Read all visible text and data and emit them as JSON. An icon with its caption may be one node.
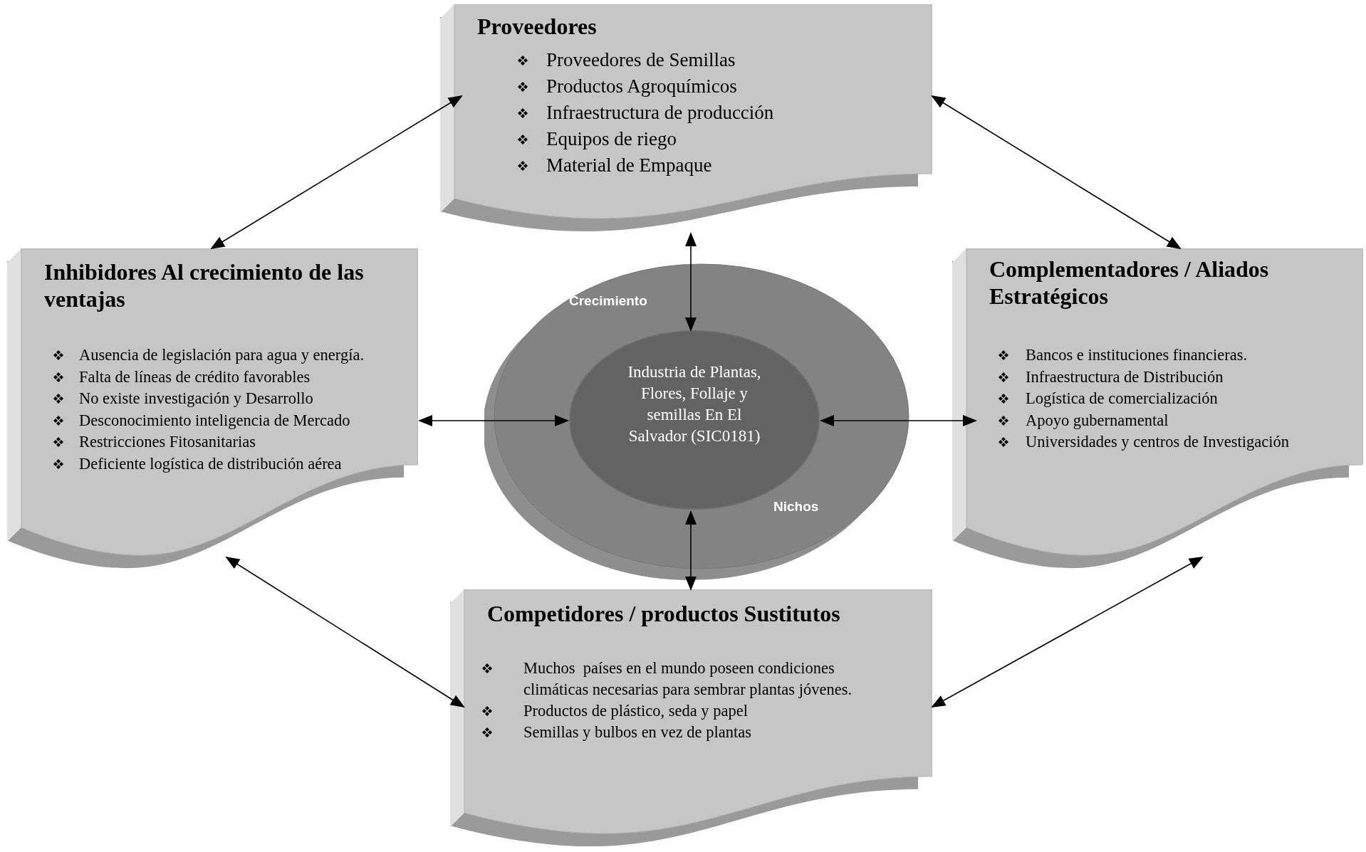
{
  "diagram": {
    "nodes": [
      {
        "text": [
          "Proveedores",
          "Proveedores de Semillas",
          "Productos Agroquímicos",
          "Infraestructura de producción",
          "Equipos de riego",
          "Material de Empaque"
        ]
      },
      {
        "text": [
          "Inhibidores Al crecimiento de las ventajas",
          "Ausencia de legislación para agua y energía.",
          "Falta de líneas de crédito favorables",
          "No existe investigación y Desarrollo",
          "Desconocimiento inteligencia de Mercado",
          "Restricciones Fitosanitarias",
          "Deficiente logística de distribución aérea"
        ]
      },
      {
        "text": [
          "Crecimiento",
          "Nichos"
        ]
      },
      {
        "text": [
          "Industria de Plantas, Flores, Follaje y semillas En El Salvador (SIC0181)"
        ],
        "in": 2
      },
      {
        "text": [
          "Complementadores / Aliados Estratégicos",
          "Bancos e instituciones financieras.",
          "Infraestructura de Distribución",
          "Logística de comercialización",
          "Apoyo gubernamental",
          "Universidades y centros de Investigación"
        ]
      },
      {
        "text": [
          "Competidores / productos Sustitutos",
          "Muchos  países en el mundo poseen condiciones climáticas necesarias para sembrar plantas jóvenes.",
          "Productos de plástico, seda y papel",
          "Semillas y bulbos en vez de plantas"
        ]
      }
    ],
    "edges": [
      {
        "from": 1,
        "to": 0,
        "arrow": "both"
      },
      {
        "from": 0,
        "to": 4,
        "arrow": "both"
      },
      {
        "from": 0,
        "to": 3,
        "arrow": "both"
      },
      {
        "from": 1,
        "to": 3,
        "arrow": "both"
      },
      {
        "from": 4,
        "to": 3,
        "arrow": "both"
      },
      {
        "from": 5,
        "to": 3,
        "arrow": "both"
      },
      {
        "from": 1,
        "to": 5,
        "arrow": "both"
      },
      {
        "from": 4,
        "to": 5,
        "arrow": "both"
      }
    ]
  }
}
